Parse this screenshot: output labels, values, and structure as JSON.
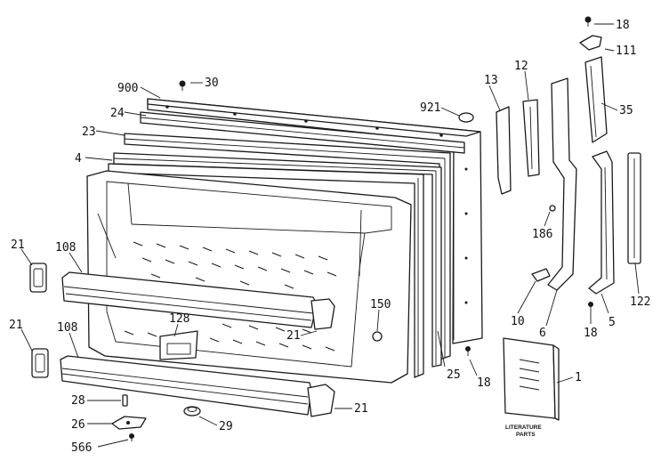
{
  "labels": {
    "l900": "900",
    "l30": "30",
    "l24": "24",
    "l23": "23",
    "l4": "4",
    "l921": "921",
    "l13": "13",
    "l12": "12",
    "l18a": "18",
    "l111": "111",
    "l35": "35",
    "l186": "186",
    "l122": "122",
    "l10": "10",
    "l6": "6",
    "l5": "5",
    "l18b": "18",
    "l21a": "21",
    "l108a": "108",
    "l21b": "21",
    "l128": "128",
    "l150": "150",
    "l21c": "21",
    "l21d": "21",
    "l108b": "108",
    "l25": "25",
    "l18c": "18",
    "l28": "28",
    "l26": "26",
    "l29": "29",
    "l566": "566",
    "l1": "1"
  },
  "literature": {
    "line1": "LITERATURE",
    "line2": "PARTS"
  }
}
